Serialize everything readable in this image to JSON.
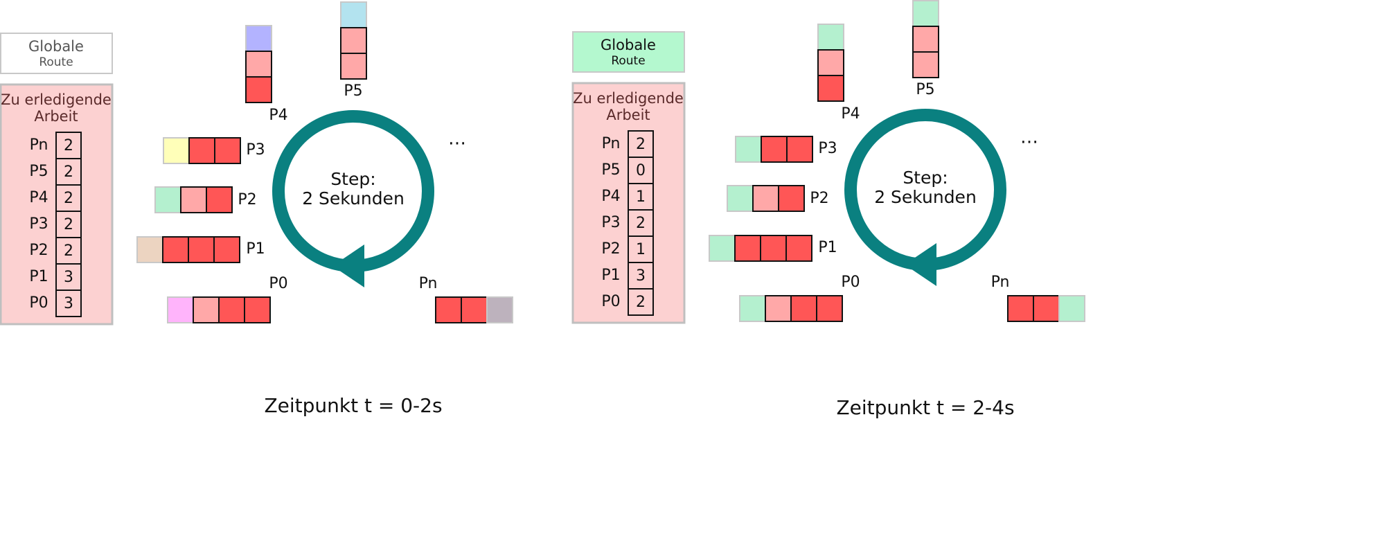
{
  "colors": {
    "work_bg": "#fcd1d1",
    "work_border": "#bfbfbf",
    "work_title_text": "#5a2a2a",
    "teal": "#0a8080",
    "dark_red": "#ff5656",
    "light_red": "#ffa8a8",
    "route_border": "#c8c8c8",
    "route_idle_bg": "#ffffff",
    "route_idle_text": "#555555",
    "route_active_bg": "#b4f8cf",
    "route_active_text": "#111111"
  },
  "scenes": [
    {
      "caption": "Zeitpunkt t = 0-2s",
      "global_route": {
        "line1": "Globale",
        "line2": "Route",
        "active": false
      },
      "work_title_line1": "Zu erledigende",
      "work_title_line2": "Arbeit",
      "work": [
        {
          "label": "Pn",
          "value": "2"
        },
        {
          "label": "P5",
          "value": "2"
        },
        {
          "label": "P4",
          "value": "2"
        },
        {
          "label": "P3",
          "value": "2"
        },
        {
          "label": "P2",
          "value": "2"
        },
        {
          "label": "P1",
          "value": "3"
        },
        {
          "label": "P0",
          "value": "3"
        }
      ],
      "step_line1": "Step:",
      "step_line2": "2 Sekunden",
      "ellipsis": "…",
      "processors": [
        {
          "label": "P5",
          "tasks": [
            "light_blue",
            "light_red",
            "light_red"
          ]
        },
        {
          "label": "P4",
          "tasks": [
            "periwinkle",
            "light_red",
            "dark_red"
          ]
        },
        {
          "label": "P3",
          "tasks": [
            "light_yellow",
            "dark_red",
            "dark_red"
          ]
        },
        {
          "label": "P2",
          "tasks": [
            "mint",
            "light_red",
            "dark_red"
          ]
        },
        {
          "label": "P1",
          "tasks": [
            "beige",
            "dark_red",
            "dark_red",
            "dark_red"
          ]
        },
        {
          "label": "P0",
          "tasks": [
            "pink",
            "light_red",
            "dark_red",
            "dark_red"
          ]
        },
        {
          "label": "Pn",
          "tasks": [
            "dark_red",
            "dark_red",
            "mauve"
          ]
        }
      ]
    },
    {
      "caption": "Zeitpunkt t = 2-4s",
      "global_route": {
        "line1": "Globale",
        "line2": "Route",
        "active": true
      },
      "work_title_line1": "Zu erledigende",
      "work_title_line2": "Arbeit",
      "work": [
        {
          "label": "Pn",
          "value": "2"
        },
        {
          "label": "P5",
          "value": "0"
        },
        {
          "label": "P4",
          "value": "1"
        },
        {
          "label": "P3",
          "value": "2"
        },
        {
          "label": "P2",
          "value": "1"
        },
        {
          "label": "P1",
          "value": "3"
        },
        {
          "label": "P0",
          "value": "2"
        }
      ],
      "step_line1": "Step:",
      "step_line2": "2 Sekunden",
      "ellipsis": "…",
      "processors": [
        {
          "label": "P5",
          "tasks": [
            "mint",
            "light_red",
            "light_red"
          ]
        },
        {
          "label": "P4",
          "tasks": [
            "mint",
            "light_red",
            "dark_red"
          ]
        },
        {
          "label": "P3",
          "tasks": [
            "mint",
            "dark_red",
            "dark_red"
          ]
        },
        {
          "label": "P2",
          "tasks": [
            "mint",
            "light_red",
            "dark_red"
          ]
        },
        {
          "label": "P1",
          "tasks": [
            "mint",
            "dark_red",
            "dark_red",
            "dark_red"
          ]
        },
        {
          "label": "P0",
          "tasks": [
            "mint",
            "light_red",
            "dark_red",
            "dark_red"
          ]
        },
        {
          "label": "Pn",
          "tasks": [
            "dark_red",
            "dark_red",
            "mint"
          ]
        }
      ]
    }
  ],
  "task_colors": {
    "dark_red": "#ff5656",
    "light_red": "#ffa8a8",
    "light_blue": "#b3e3ef",
    "periwinkle": "#b3b3ff",
    "light_yellow": "#ffffb9",
    "mint": "#b4f0cf",
    "beige": "#ecd4c1",
    "pink": "#ffb4fb",
    "mauve": "#bdb2bd"
  }
}
